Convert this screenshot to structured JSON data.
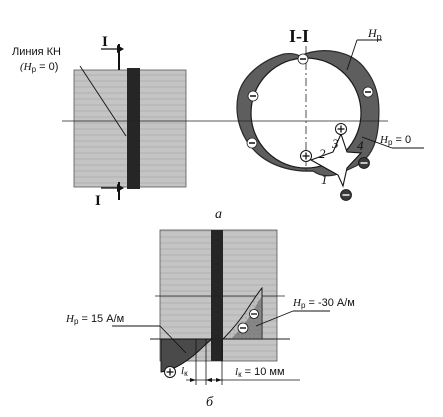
{
  "fig_a": {
    "kn_line_label": "Линия КН",
    "kn_condition_h": "(H",
    "kn_condition_sub": "р",
    "kn_condition_rest": " = 0)",
    "section_mark_top": "I",
    "section_mark_bottom": "I",
    "section_title": "I-I",
    "hp_label": "H",
    "hp_sub": "р",
    "hp_zero_label": "H",
    "hp_zero_sub": "р",
    "hp_zero_rest": " = 0",
    "num_1": "1",
    "num_2": "2",
    "num_3": "3",
    "num_4": "4",
    "caption": "а"
  },
  "fig_b": {
    "hp15_h": "H",
    "hp15_sub": "р",
    "hp15_rest": " = 15 А/м",
    "hp30_h": "H",
    "hp30_sub": "р",
    "hp30_rest": " = -30 А/м",
    "lk_small_l": "l",
    "lk_small_sub": "к",
    "lk_large_l": "l",
    "lk_large_sub": "к",
    "lk_large_rest": " = 10 мм",
    "caption": "б"
  },
  "signs": {
    "plus": "+",
    "minus": "−"
  },
  "colors": {
    "pipe_fill": "#c9c9c9",
    "weld": "#2a2a2a",
    "ring_dark": "#5a5a5a",
    "line": "#1a1a1a"
  }
}
